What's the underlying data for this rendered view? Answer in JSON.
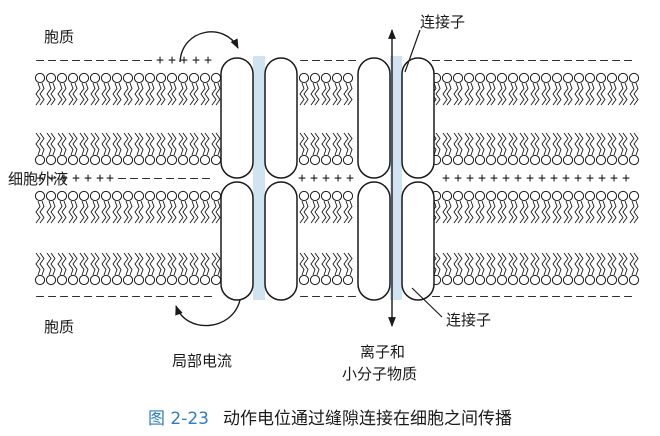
{
  "labels": {
    "cytoplasm_top": "胞质",
    "extracellular": "细胞外液",
    "cytoplasm_bottom": "胞质",
    "connexon_top": "连接子",
    "connexon_bottom": "连接子",
    "local_current": "局部电流",
    "ions_line1": "离子和",
    "ions_line2": "小分子物质"
  },
  "caption": {
    "number": "图 2-23",
    "text": "动作电位通过缝隙连接在细胞之间传播"
  },
  "colors": {
    "ink": "#1a1a1a",
    "channel": "#cfe3f1",
    "caption_number": "#2e7dc4"
  },
  "icons": [
    "curved-arrow-icon",
    "bidirectional-arrow-icon"
  ]
}
